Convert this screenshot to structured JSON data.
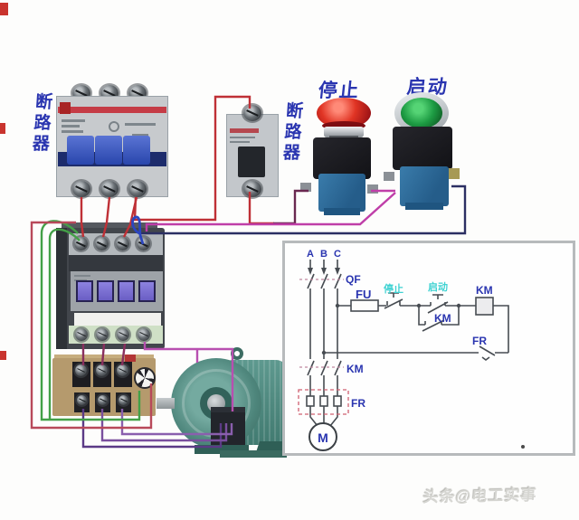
{
  "device_labels": {
    "main_breaker": "断路器",
    "aux_breaker": "断路器",
    "stop_button": "停止",
    "start_button": "启动"
  },
  "schematic": {
    "phase_a": "A",
    "phase_b": "B",
    "phase_c": "C",
    "breaker": "QF",
    "fuse": "FU",
    "stop_contact": "停止",
    "start_contact": "启动",
    "aux_contact": "KM",
    "coil": "KM",
    "main_contacts": "KM",
    "thermal_contact": "FR",
    "thermal_element": "FR",
    "motor": "M"
  },
  "watermark": "头条@电工实事",
  "colors": {
    "wire_red": "#bf3036",
    "wire_maroon": "#6a2850",
    "wire_magenta": "#bf3ea8",
    "wire_navy": "#2c2f63",
    "wire_blue_hook": "#2b46c0",
    "wire_dark_magenta": "#8a2f5e",
    "wire_purple": "#5b3a86",
    "wire_green": "#43a047",
    "wire_crimson": "#b8495a",
    "label_blue": "#2a35b0",
    "label_cyan": "#3fd2d2",
    "schematic_line": "#474c52"
  }
}
